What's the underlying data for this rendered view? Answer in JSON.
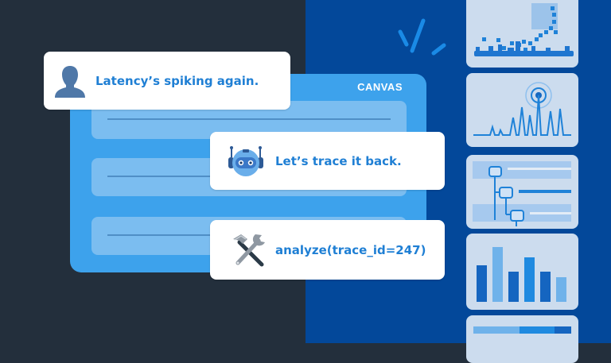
{
  "canvas": {
    "title": "CANVAS",
    "rows": 3
  },
  "chat": [
    {
      "role": "user",
      "icon": "user-avatar-icon",
      "text": "Latency’s spiking again."
    },
    {
      "role": "assistant",
      "icon": "robot-icon",
      "text": "Let’s trace it back."
    },
    {
      "role": "tool",
      "icon": "hammer-wrench-icon",
      "text": "analyze(trace_id=247)"
    }
  ],
  "thumbnails": [
    {
      "name": "heatmap-thumbnail",
      "icon": "scatter-heatmap-icon"
    },
    {
      "name": "signal-spikes-thumbnail",
      "icon": "signal-spike-icon"
    },
    {
      "name": "trace-tree-thumbnail",
      "icon": "trace-tree-icon"
    },
    {
      "name": "bar-chart-thumbnail",
      "icon": "bar-chart-icon"
    },
    {
      "name": "progress-bar-thumbnail",
      "icon": "progress-bar-icon"
    }
  ],
  "colors": {
    "dark_bg": "#232f3c",
    "blue_bg": "#03489a",
    "canvas": "#3da2ec",
    "canvas_row": "#7bbdf0",
    "text_accent": "#1f7fd4",
    "thumb_bg": "#ccdcee"
  }
}
